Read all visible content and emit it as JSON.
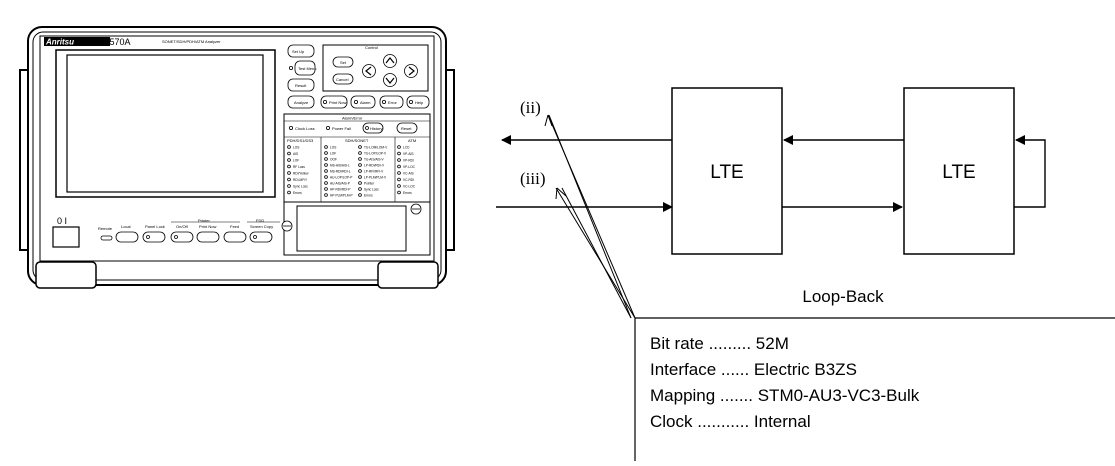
{
  "instrument": {
    "brand": "Anritsu",
    "model": "MP1570A",
    "subtitle": "SONET/SDH/PDH/ATM Analyzer",
    "control_title": "Control",
    "buttons": {
      "setup": "Set Up",
      "test_menu": "Test Menu",
      "result": "Result",
      "analyze": "Analyze",
      "set": "Set",
      "cancel": "Cancel",
      "print_now": "Print Now",
      "alarm": "Alarm",
      "error": "Error",
      "help": "Help",
      "history": "History",
      "reset": "Reset",
      "local": "Local",
      "panel_lock": "Panel Lock",
      "on_off": "On/Off",
      "print_now2": "Print Now",
      "feed": "Feed",
      "screen_copy": "Screen Copy"
    },
    "alarm_title": "Alarm/Error",
    "clock_loss": "Clock Loss",
    "power_fail": "Power Fail",
    "remote": "Remote",
    "printer_label": "Printer",
    "fdd_label": "FDD",
    "col_pdh": "PDH/DS1/DS3",
    "col_sdh": "SDH/SONET",
    "col_atm": "ATM",
    "pdh_items": [
      "LOS",
      "AIS",
      "LOF",
      "RF Loss",
      "RDI/Yellow",
      "RDI-MF/Y",
      "Sync Loss",
      "Errors"
    ],
    "sdh_items": [
      "LOS",
      "LOF",
      "OOF",
      "MS-AIS/AIS-L",
      "MS-RDI/RDI-L",
      "AU-LOP/LOP-P",
      "AU-AIS/AIS-P",
      "HP-RDI/RDI-P",
      "HP-PLM/PLM-P"
    ],
    "sdh_items2": [
      "TU-LOM/LOM-V",
      "TU-LOP/LOP-V",
      "TU-AIS/AIS-V",
      "LP-RDI/RDI-V",
      "LP-RFI/RFI-V",
      "LP-PLM/PLM-V",
      "Pointer",
      "Sync Loss",
      "Errors"
    ],
    "atm_items": [
      "LCD",
      "VP-AIS",
      "VP-RDI",
      "VP-LOC",
      "VC-AIS",
      "VC-RDI",
      "VC-LOC",
      "Errors"
    ]
  },
  "diagram": {
    "label_ii": "(ii)",
    "label_iii": "(iii)",
    "box1": "LTE",
    "box2": "LTE",
    "caption": "Loop-Back"
  },
  "settings": [
    {
      "text": "Bit rate ......... 52M"
    },
    {
      "text": "Interface ...... Electric B3ZS"
    },
    {
      "text": "Mapping ....... STM0-AU3-VC3-Bulk"
    },
    {
      "text": "Clock ........... Internal"
    }
  ]
}
